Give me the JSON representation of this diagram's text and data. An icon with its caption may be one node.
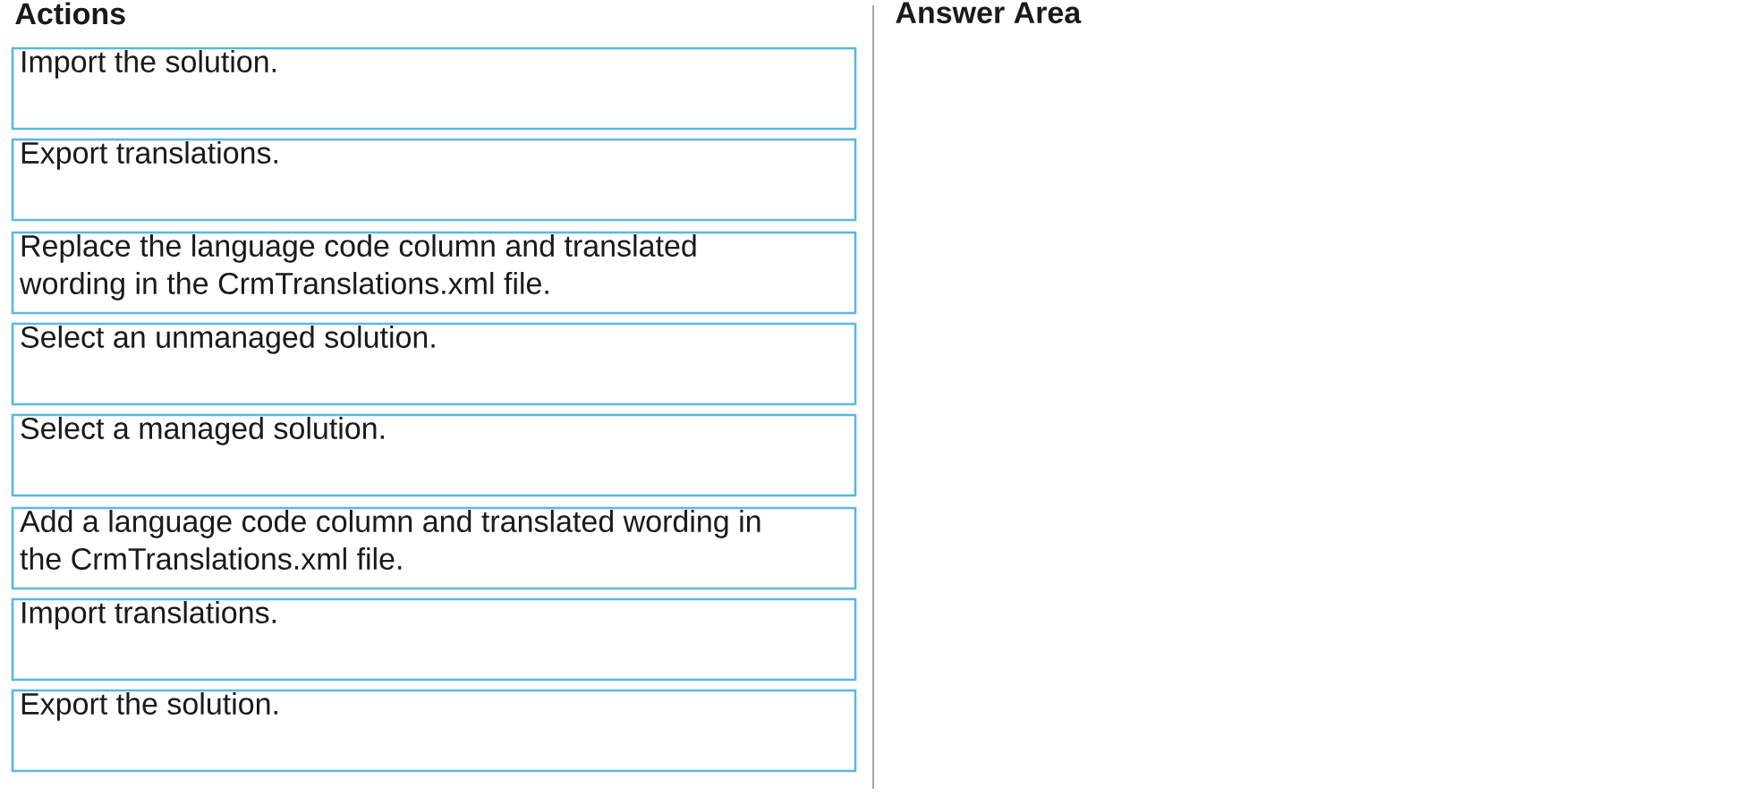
{
  "diagram": {
    "nodes": [
      {
        "text": [
          "Import the solution."
        ]
      },
      {
        "text": [
          "Export translations."
        ]
      },
      {
        "text": [
          "Replace the language code column and translated wording in the CrmTranslations.xml file."
        ]
      },
      {
        "text": [
          "Select an unmanaged solution."
        ]
      },
      {
        "text": [
          "Select a managed solution."
        ]
      },
      {
        "text": [
          "Add a language code column and translated wording in the CrmTranslations.xml file."
        ]
      },
      {
        "text": [
          "Import translations."
        ]
      },
      {
        "text": [
          "Export the solution."
        ]
      }
    ],
    "labels": [
      "Actions",
      "Answer Area"
    ]
  }
}
